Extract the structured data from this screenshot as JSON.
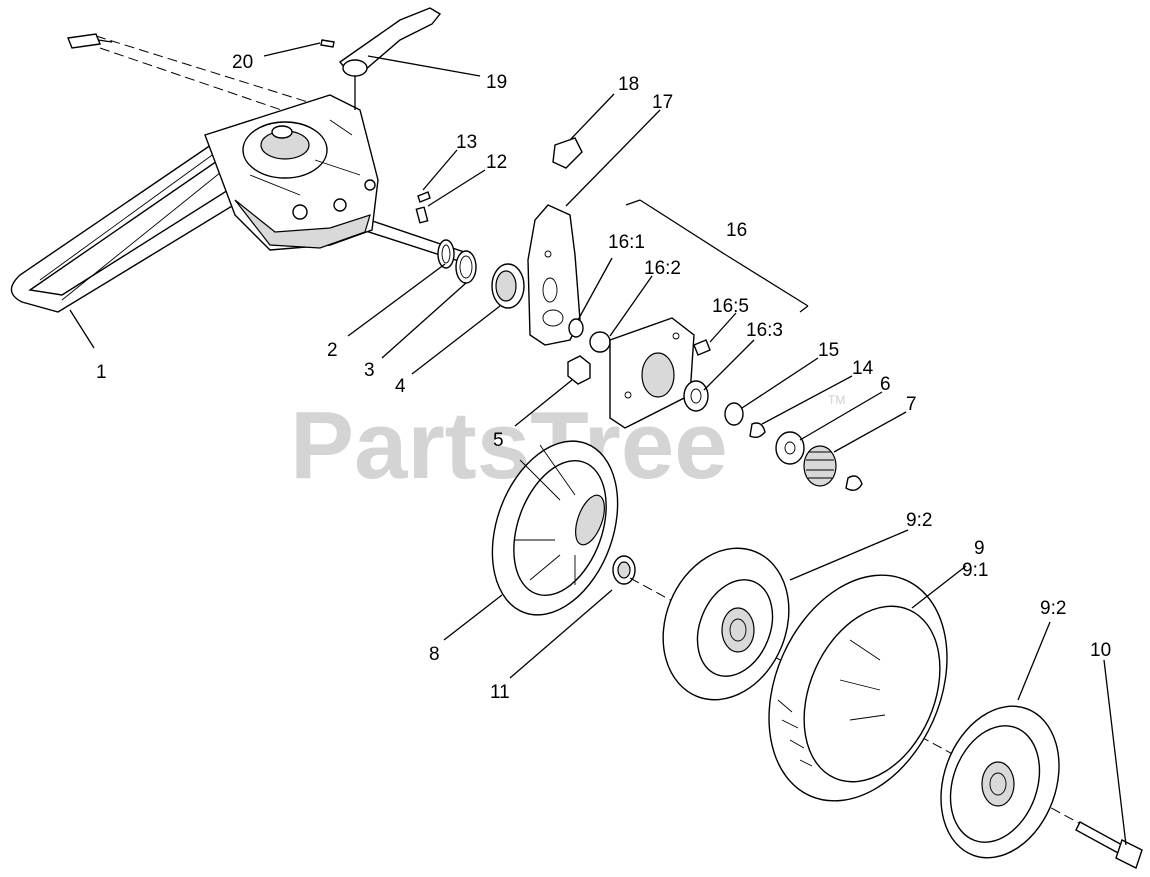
{
  "watermark": {
    "text": "PartsTree",
    "trademark": "TM"
  },
  "callouts": {
    "c1": "1",
    "c2": "2",
    "c3": "3",
    "c4": "4",
    "c5": "5",
    "c6": "6",
    "c7": "7",
    "c8": "8",
    "c9": "9",
    "c9_1": "9:1",
    "c9_2a": "9:2",
    "c9_2b": "9:2",
    "c10": "10",
    "c11": "11",
    "c12": "12",
    "c13": "13",
    "c14": "14",
    "c15": "15",
    "c16": "16",
    "c16_1": "16:1",
    "c16_2": "16:2",
    "c16_3": "16:3",
    "c16_5": "16:5",
    "c17": "17",
    "c18": "18",
    "c19": "19",
    "c20": "20"
  }
}
